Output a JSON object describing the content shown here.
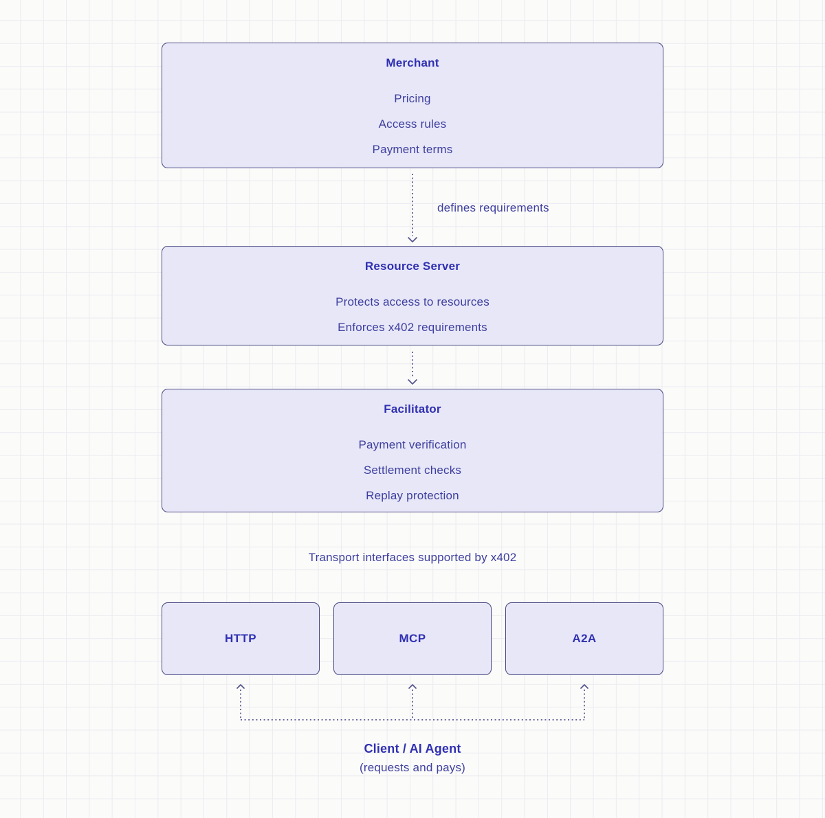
{
  "colors": {
    "bg": "#fbfbfa",
    "grid_line": "#ebebf1",
    "box_fill": "#e7e7f8",
    "box_border": "#474780",
    "title_text": "#3030b2",
    "body_text": "#3e3e9e",
    "arrow_color": "#54548c"
  },
  "diagram": {
    "nodes": [
      {
        "title": "Merchant",
        "items": [
          "Pricing",
          "Access rules",
          "Payment terms"
        ]
      },
      {
        "title": "Resource Server",
        "items": [
          "Protects access to resources",
          "Enforces x402 requirements"
        ]
      },
      {
        "title": "Facilitator",
        "items": [
          "Payment verification",
          "Settlement checks",
          "Replay protection"
        ]
      }
    ],
    "edges": [
      {
        "label": "defines requirements"
      }
    ],
    "transport": {
      "heading": "Transport interfaces supported by x402",
      "boxes": [
        {
          "label": "HTTP"
        },
        {
          "label": "MCP"
        },
        {
          "label": "A2A"
        }
      ]
    },
    "client": {
      "title": "Client / AI Agent",
      "subtitle": "(requests and pays)"
    }
  }
}
